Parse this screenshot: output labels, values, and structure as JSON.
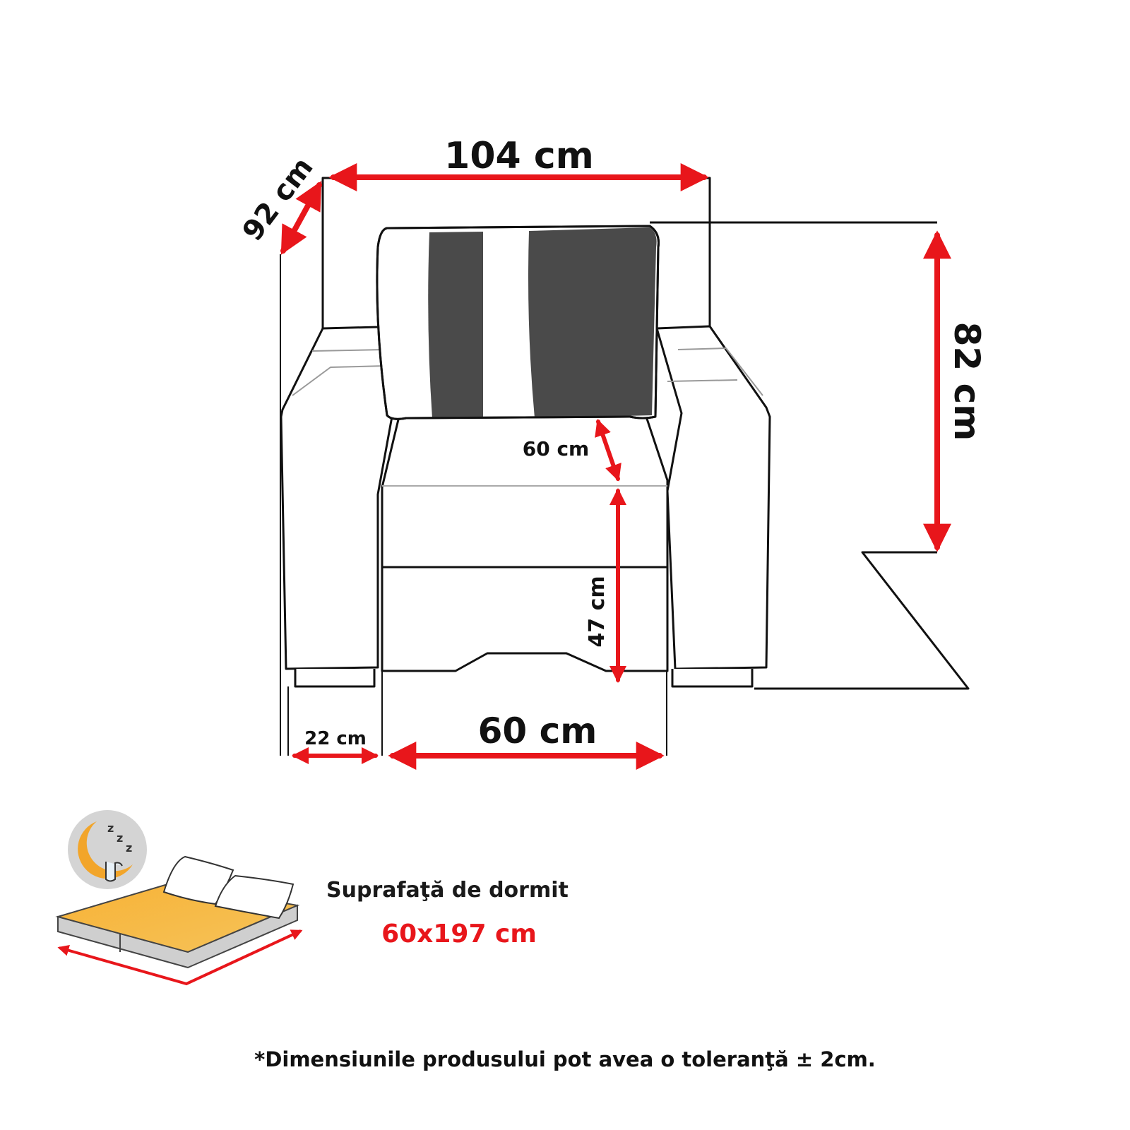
{
  "colors": {
    "accent": "#e8161b",
    "line": "#111111",
    "stripe": "#4a4a4a",
    "mattress": "#f2a52a",
    "base": "#cfcfcf"
  },
  "dimensions": {
    "width": "104 cm",
    "depth": "92 cm",
    "height": "82 cm",
    "seat_depth": "60 cm",
    "seat_height": "47 cm",
    "armrest_width": "22 cm",
    "seat_width": "60 cm"
  },
  "sleeping": {
    "icon": "bed-sleep-icon",
    "label": "Suprafaţă de dormit",
    "value": "60x197 cm"
  },
  "footnote": "*Dimensiunile produsului pot avea o toleranţă ± 2cm."
}
